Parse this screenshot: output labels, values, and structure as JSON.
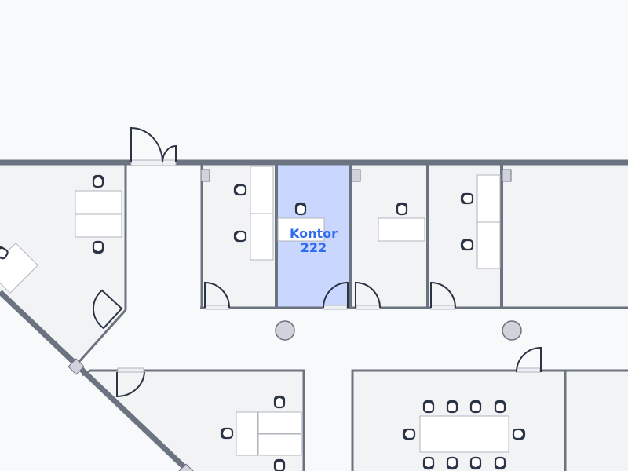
{
  "map": {
    "type": "office-floor-plan",
    "colors": {
      "background": "#f8f9fb",
      "room_fill": "#f2f3f5",
      "wall": "#6b7280",
      "door": "#2b3445",
      "selected_room_fill": "#c9d6fd",
      "label": "#2f6cf0",
      "column": "#d0d3db",
      "desk": "#ffffff"
    },
    "selected_room": {
      "label_line1": "Kontor",
      "label_line2": "222"
    },
    "rooms": [
      {
        "id": "room-left-angled",
        "desks": 3,
        "chairs": 3
      },
      {
        "id": "room-1",
        "desks": 2,
        "chairs": 2
      },
      {
        "id": "room-222",
        "desks": 1,
        "chairs": 1,
        "selected": true
      },
      {
        "id": "room-3",
        "desks": 1,
        "chairs": 1
      },
      {
        "id": "room-4",
        "desks": 2,
        "chairs": 2
      },
      {
        "id": "room-5",
        "desks": 0,
        "chairs": 0
      },
      {
        "id": "room-bottom-left",
        "desks": 3,
        "chairs": 3
      },
      {
        "id": "meeting-room",
        "desks": 1,
        "chairs": 10
      },
      {
        "id": "room-bottom-right",
        "desks": 0,
        "chairs": 0
      }
    ],
    "columns": 2
  }
}
